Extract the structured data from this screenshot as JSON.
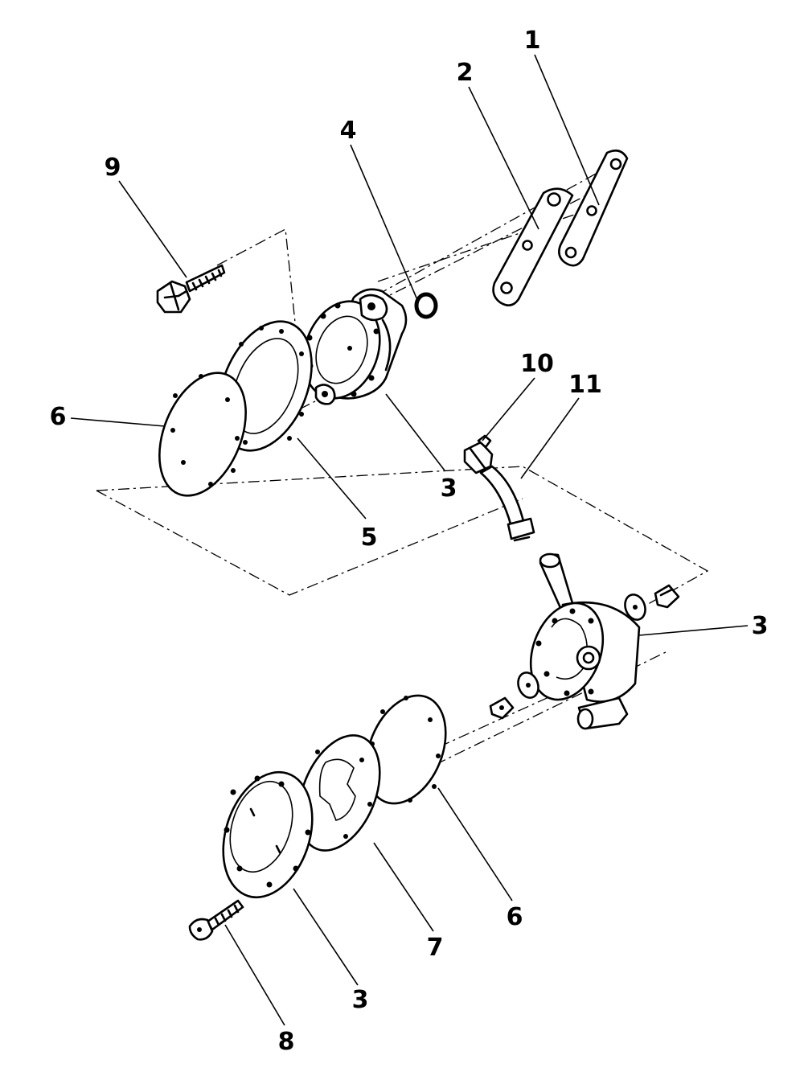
{
  "callouts": [
    {
      "id": "c1",
      "label": "1"
    },
    {
      "id": "c2",
      "label": "2"
    },
    {
      "id": "c3a",
      "label": "3"
    },
    {
      "id": "c3b",
      "label": "3"
    },
    {
      "id": "c3c",
      "label": "3"
    },
    {
      "id": "c4",
      "label": "4"
    },
    {
      "id": "c5",
      "label": "5"
    },
    {
      "id": "c6a",
      "label": "6"
    },
    {
      "id": "c6b",
      "label": "6"
    },
    {
      "id": "c7",
      "label": "7"
    },
    {
      "id": "c8",
      "label": "8"
    },
    {
      "id": "c9",
      "label": "9"
    },
    {
      "id": "c10",
      "label": "10"
    },
    {
      "id": "c11",
      "label": "11"
    }
  ]
}
